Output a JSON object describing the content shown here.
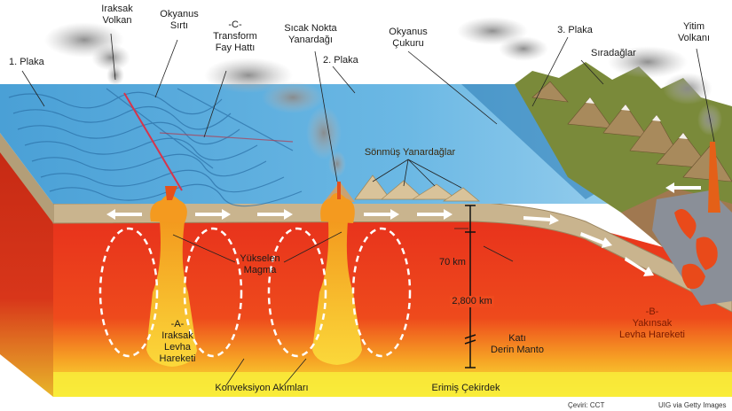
{
  "labels": {
    "iraksak_volkan": [
      "Iraksak",
      "Volkan"
    ],
    "okyanus_sirti": [
      "Okyanus",
      "Sırtı"
    ],
    "transform": [
      "-C-",
      "Transform",
      "Fay Hattı"
    ],
    "sicak_nokta": [
      "Sıcak Nokta",
      "Yanardağı"
    ],
    "okyanus_cukuru": [
      "Okyanus",
      "Çukuru"
    ],
    "plaka3": "3. Plaka",
    "yitim_volkani": [
      "Yitim",
      "Volkanı"
    ],
    "plaka1": "1. Plaka",
    "plaka2": "2. Plaka",
    "siradaglar": "Sıradağlar",
    "sonmus": "Sönmüş Yanardağlar",
    "yukselen_magma": [
      "Yükselen",
      "Magma"
    ],
    "depth_70": "70 km",
    "depth_2800": "2,800 km",
    "kati_manto": [
      "Katı",
      "Derin Manto"
    ],
    "iraksak_levha": [
      "-A-",
      "Iraksak",
      "Levha",
      "Hareketi"
    ],
    "yakinsak_levha": [
      "-B-",
      "Yakınsak",
      "Levha Hareketi"
    ],
    "konveksiyon": "Konveksiyon Akımları",
    "erimis_cekirdek": "Erimiş Çekirdek"
  },
  "credits": {
    "translation": "Çeviri: CCT",
    "source": "UIG via Getty Images"
  },
  "colors": {
    "ocean": "#3a8fc8",
    "ocean_light": "#8cc8ec",
    "crust": "#c9b48e",
    "mantle": "#e8331c",
    "core": "#f7e23a",
    "magma": "#f49a1f"
  }
}
